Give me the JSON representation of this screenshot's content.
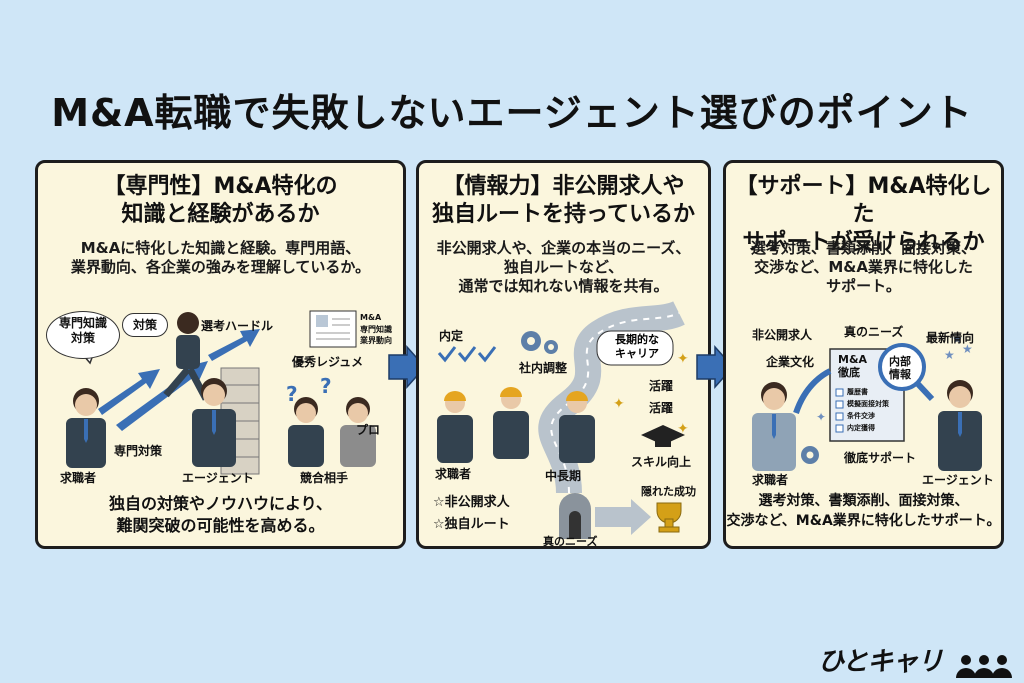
{
  "title": "M&A転職で失敗しないエージェント選びのポイント",
  "panels": [
    {
      "title_line1": "【専門性】M&A特化の",
      "title_line2": "知識と経験があるか",
      "desc_line1": "M&Aに特化した知識と経験。専門用語、",
      "desc_line2": "業界動向、各企業の強みを理解しているか。",
      "labels": {
        "expert_bubble_1": "専門知識",
        "expert_bubble_2": "対策",
        "taisaku": "対策",
        "hurdle": "選考ハードル",
        "resume": "優秀レジュメ",
        "doc_1": "M&A",
        "doc_2": "専門知識",
        "doc_3": "業界動向",
        "senmon_taisaku": "専門対策",
        "pro": "プロ",
        "jobseeker": "求職者",
        "agent": "エージェント",
        "competitor": "競合相手"
      },
      "foot_line1": "独自の対策やノウハウにより、",
      "foot_line2": "難関突破の可能性を高める。"
    },
    {
      "title_line1": "【情報力】非公開求人や",
      "title_line2": "独自ルートを持っているか",
      "desc_line1": "非公開求人や、企業の本当のニーズ、",
      "desc_line2": "独自ルートなど、",
      "desc_line3": "通常では知れない情報を共有。",
      "labels": {
        "naitei": "内定",
        "shanai": "社内調整",
        "longterm_1": "長期的な",
        "longterm_2": "キャリア",
        "katsuyaku_1": "活躍",
        "katsuyaku_2": "活躍",
        "skill": "スキル向上",
        "jobseeker": "求職者",
        "midlong": "中長期",
        "hikokai": "非公開求人",
        "dokuji": "独自ルート",
        "hidden_success": "隠れた成功",
        "true_needs": "真のニーズ"
      }
    },
    {
      "title_line1": "【サポート】M&A特化した",
      "title_line2": "サポートが受けられるか",
      "desc_line1": "選考対策、書類添削、面接対策、",
      "desc_line2": "交渉など、M&A業界に特化した",
      "desc_line3": "サポート。",
      "labels": {
        "hikokai": "非公開求人",
        "true_needs": "真のニーズ",
        "latest": "最新情向",
        "culture": "企業文化",
        "board_1": "M&A",
        "board_2": "徹底",
        "naibu_1": "内部",
        "naibu_2": "情報",
        "check_1": "履歴書",
        "check_2": "模擬面接対策",
        "check_3": "条件交渉",
        "check_4": "内定獲得",
        "full_support": "徹底サポート",
        "jobseeker": "求職者",
        "agent": "エージェント"
      },
      "foot_line1": "選考対策、書類添削、面接対策、",
      "foot_line2": "交渉など、M&A業界に特化したサポート。"
    }
  ],
  "logo": "ひとキャリ",
  "colors": {
    "background": "#cfe6f7",
    "panel": "#fbf6dd",
    "arrow_blue": "#3a6fb5",
    "suit": "#33424f"
  }
}
